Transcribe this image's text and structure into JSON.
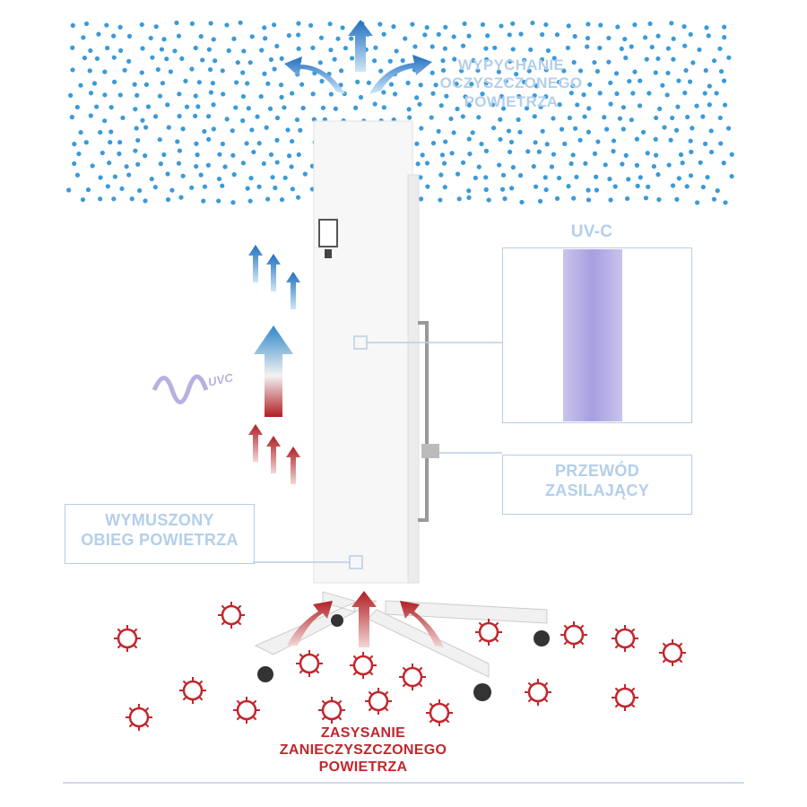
{
  "labels": {
    "push_out": [
      "WYPYCHANIE",
      "OCZYSZCZONEGO",
      "POWIETRZA"
    ],
    "uvc_title": "UV-C",
    "uvc_wave": "UVC",
    "power_cord": [
      "PRZEWÓD",
      "ZASILAJĄCY"
    ],
    "forced_flow": [
      "WYMUSZONY",
      "OBIEG POWIETRZA"
    ],
    "suction": [
      "ZASYSANIE",
      "ZANIECZYSZCZONEGO",
      "POWIETRZA"
    ]
  },
  "colors": {
    "clean_dot": "#3a9ad9",
    "label": "#b3cfea",
    "dirty": "#c0272d",
    "uv": "#b8b0e0"
  }
}
